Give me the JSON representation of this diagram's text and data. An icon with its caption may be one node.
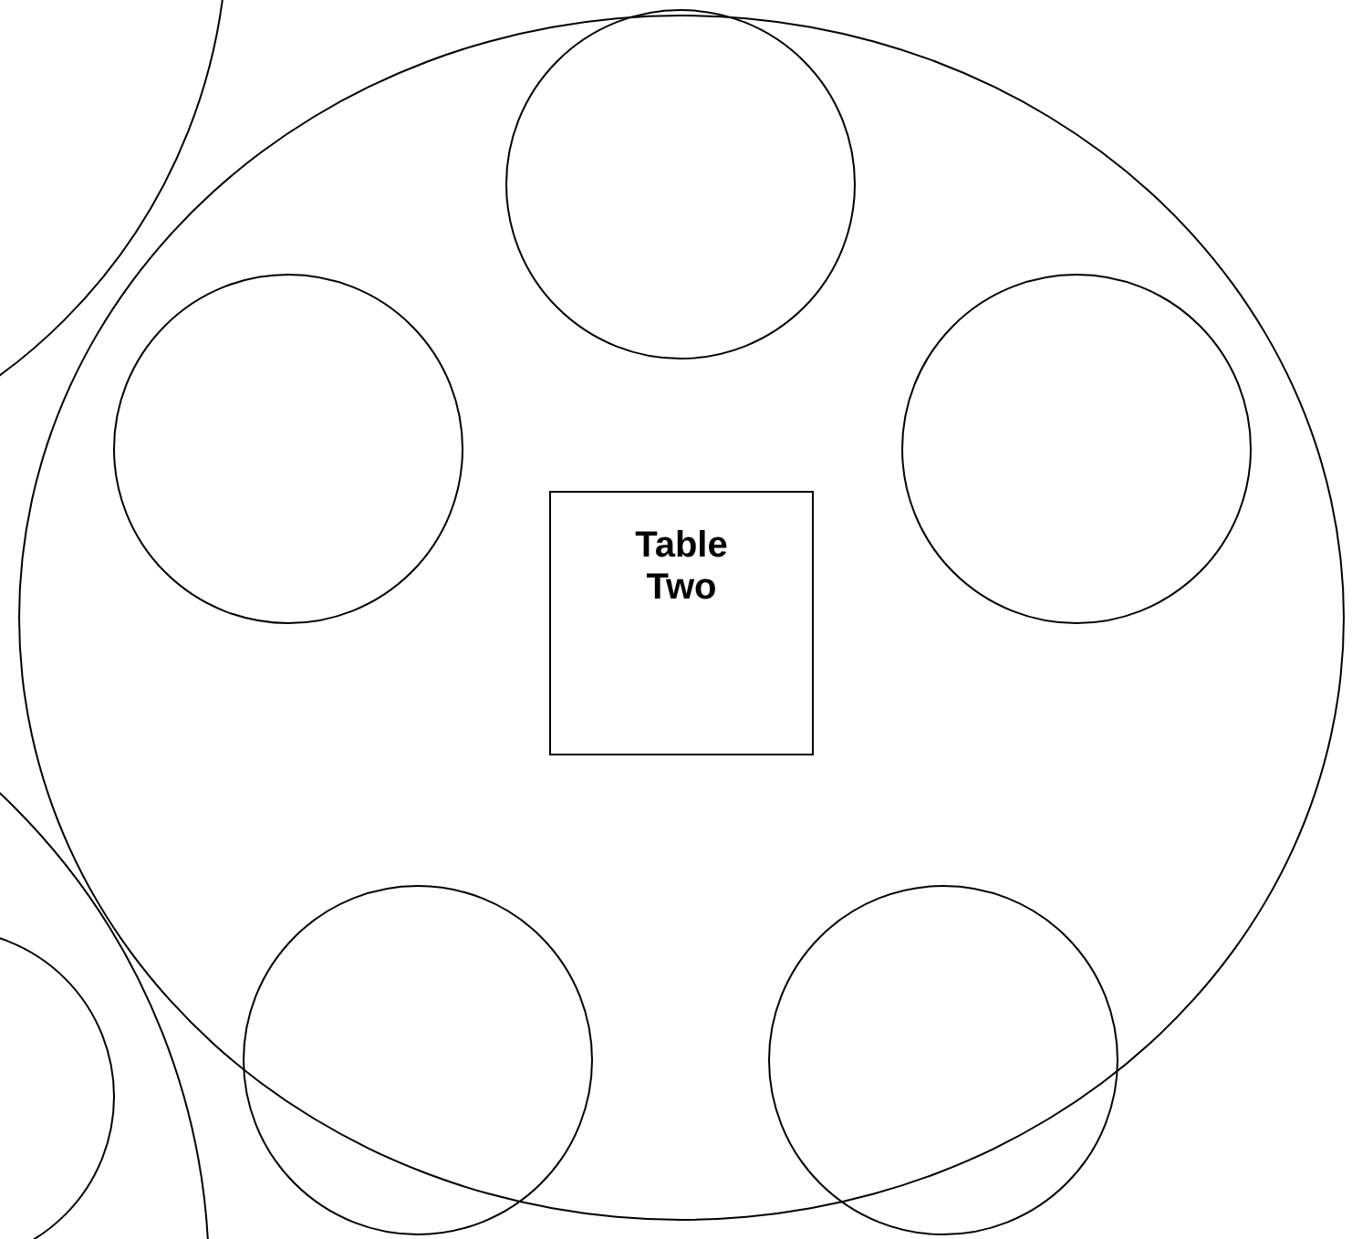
{
  "diagram": {
    "nodes": [
      {
        "text": [],
        "shape": "circle"
      },
      {
        "text": [],
        "shape": "circle"
      },
      {
        "text": [],
        "shape": "circle",
        "in": 1
      },
      {
        "text": [],
        "shape": "circle",
        "in": 1
      },
      {
        "text": [],
        "shape": "circle",
        "in": 1
      },
      {
        "text": [
          "Table Two"
        ],
        "in": 1
      },
      {
        "text": [],
        "shape": "circle",
        "in": 1
      },
      {
        "text": [],
        "shape": "circle",
        "in": 1
      },
      {
        "text": [],
        "shape": "circle"
      },
      {
        "text": [],
        "shape": "circle",
        "in": 8
      }
    ]
  }
}
